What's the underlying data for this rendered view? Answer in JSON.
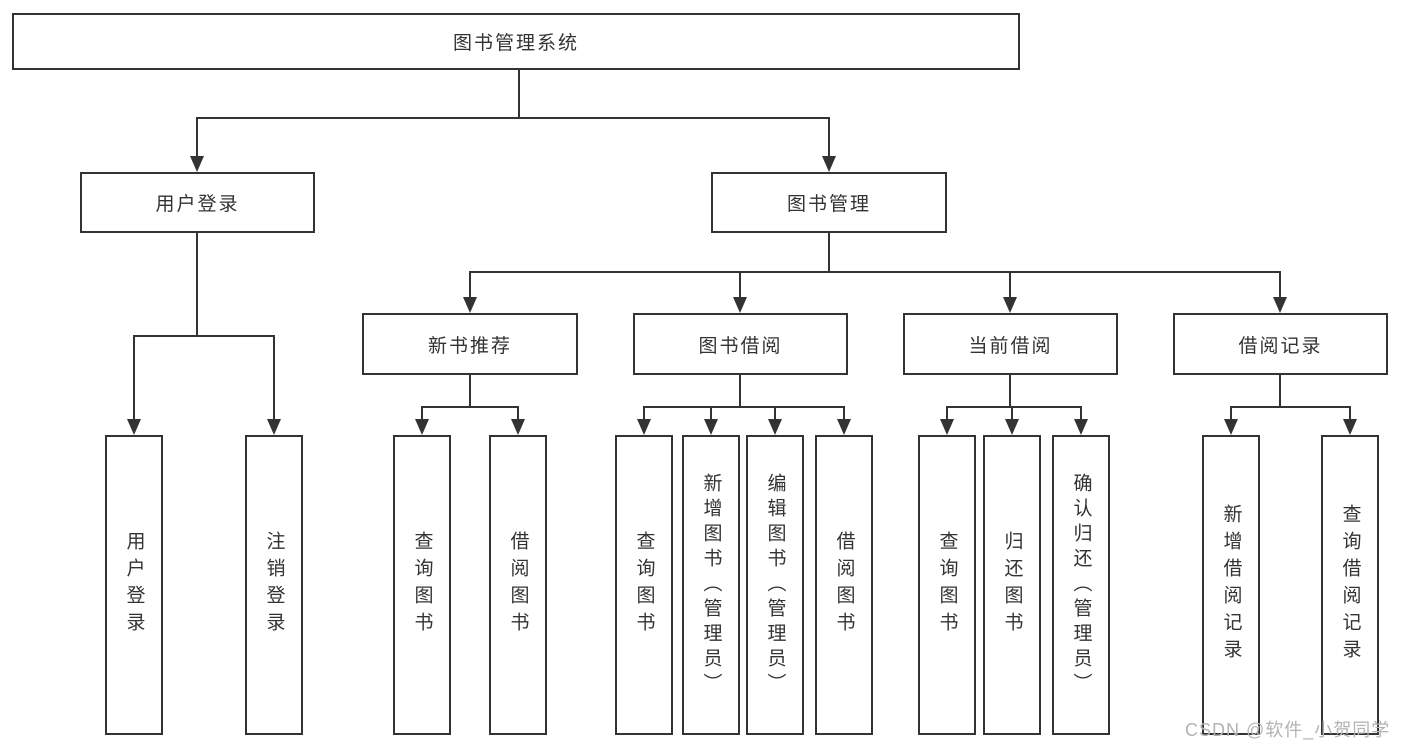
{
  "diagram": {
    "title": "图书管理系统",
    "nodes": {
      "root": "图书管理系统",
      "user_login": "用户登录",
      "book_mgmt": "图书管理",
      "new_book_rec": "新书推荐",
      "book_borrow": "图书借阅",
      "current_borrow": "当前借阅",
      "borrow_record": "借阅记录",
      "leaf_user_login": "用户登录",
      "leaf_logout": "注销登录",
      "leaf_query_book_rec": "查询图书",
      "leaf_borrow_book_rec": "借阅图书",
      "leaf_query_book_borrow": "查询图书",
      "leaf_add_book_admin": "新增图书（管理员）",
      "leaf_edit_book_admin": "编辑图书（管理员）",
      "leaf_borrow_book_borrow": "借阅图书",
      "leaf_query_book_current": "查询图书",
      "leaf_return_book": "归还图书",
      "leaf_confirm_return_admin": "确认归还（管理员）",
      "leaf_add_borrow_record": "新增借阅记录",
      "leaf_query_borrow_record": "查询借阅记录"
    },
    "edges_note": "tree: root -> (用户登录, 图书管理); 用户登录 -> (用户登录, 注销登录); 图书管理 -> (新书推荐, 图书借阅, 当前借阅, 借阅记录); 新书推荐 -> (查询图书, 借阅图书); 图书借阅 -> (查询图书, 新增图书（管理员）, 编辑图书（管理员）, 借阅图书); 当前借阅 -> (查询图书, 归还图书, 确认归还（管理员）); 借阅记录 -> (新增借阅记录, 查询借阅记录)"
  },
  "watermark": "CSDN @软件_小贺同学",
  "colors": {
    "line": "#333333",
    "text": "#333333",
    "box_background": "#ffffff",
    "page_background": "#ffffff",
    "watermark": "#b3b3b3"
  }
}
